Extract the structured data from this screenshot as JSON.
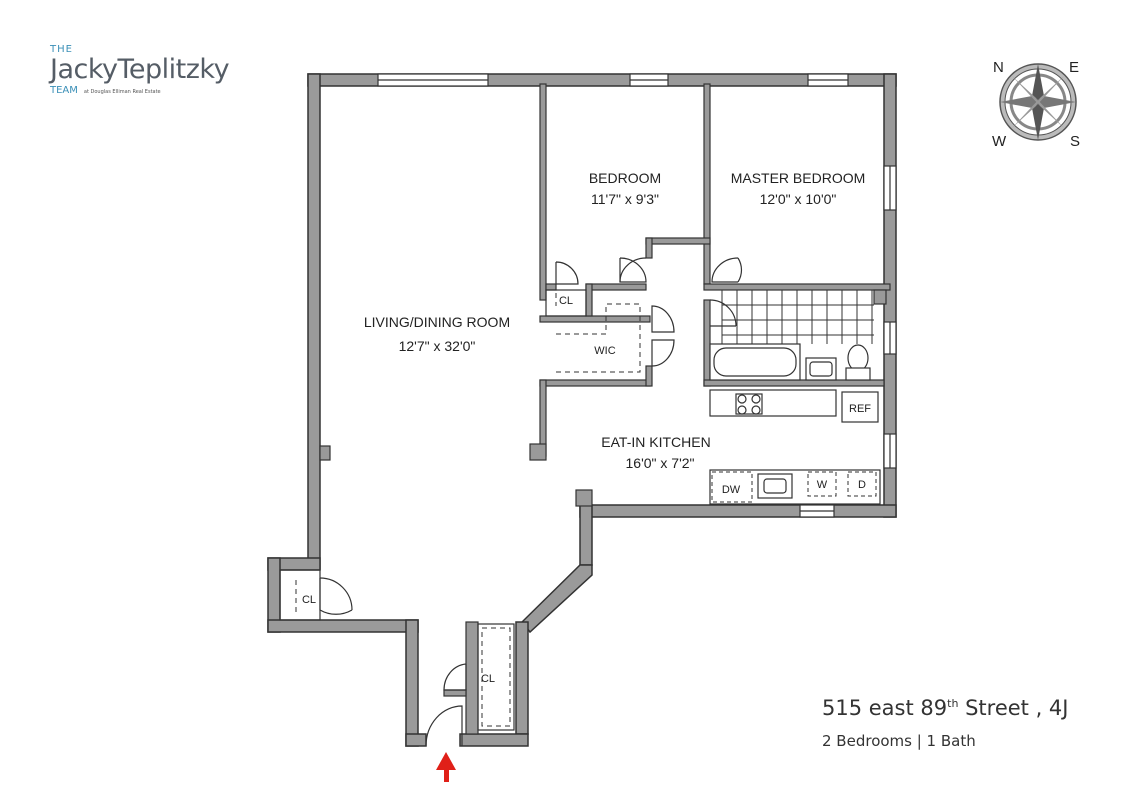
{
  "brand": {
    "the": "THE",
    "name": "JackyTeplitzky",
    "team": "TEAM",
    "affiliation": "at Douglas Elliman Real Estate"
  },
  "compass": {
    "n": "N",
    "e": "E",
    "w": "W",
    "s": "S"
  },
  "rooms": {
    "living": {
      "name": "LIVING/DINING ROOM",
      "size": "12'7\" x 32'0\""
    },
    "bedroom": {
      "name": "BEDROOM",
      "size": "11'7\" x 9'3\""
    },
    "master": {
      "name": "MASTER BEDROOM",
      "size": "12'0\" x 10'0\""
    },
    "kitchen": {
      "name": "EAT-IN KITCHEN",
      "size": "16'0\" x 7'2\""
    }
  },
  "fixtures": {
    "wic": "WIC",
    "cl": "CL",
    "ref": "REF",
    "dw": "DW",
    "w": "W",
    "d": "D"
  },
  "listing": {
    "address_pre": "515 east 89",
    "address_sup": "th",
    "address_post": " Street , 4J",
    "summary": "2 Bedrooms | 1 Bath"
  },
  "colors": {
    "wall": "#9a9a9a",
    "wall_stroke": "#333333",
    "entry_arrow": "#e02018",
    "logo_blue": "#3a8fb7"
  }
}
